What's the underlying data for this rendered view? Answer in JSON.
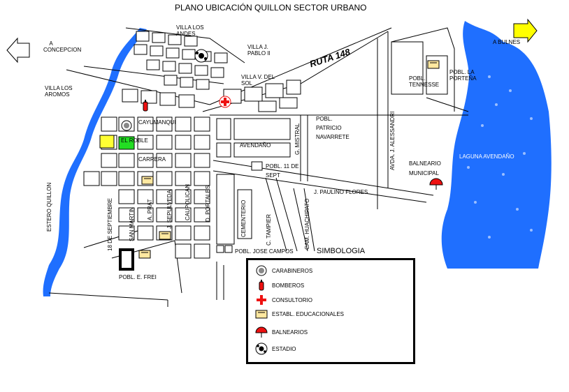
{
  "title": "PLANO UBICACIÓN QUILLON SECTOR URBANO",
  "directions": {
    "concepcion": "A CONCEPCION",
    "bulnes": "A BULNES"
  },
  "areas": {
    "villa_los_andes": "VILLA LOS ANDES",
    "villa_j_pablo": "VILLA J. PABLO II",
    "villa_v_del_sol": "VILLA V. DEL SOL",
    "villa_los_aromos": "VILLA LOS AROMOS",
    "pobl_tennesse": "POBL. TENNESSE",
    "pobl_la_portena": "POBL. LA PORTEÑA",
    "pobl_patricio_navarrete": "POBL. PATRICIO NAVARRETE",
    "pobl_11_sept": "POBL. 11 DE SEPT",
    "pobl_jose_campos": "POBL. JOSE CAMPOS",
    "pobl_e_frei": "POBL. E. FREI",
    "balneario_municipal": "BALNEARIO MUNICIPAL",
    "laguna_avendano": "LAGUNA AVENDAÑO"
  },
  "streets": {
    "ruta_148": "RUTA 148",
    "cayumanqui": "CAYUMANQUI",
    "el_roble": "EL ROBLE",
    "carrera": "CARRERA",
    "avendano": "AVENDAÑO",
    "g_mistral": "G. MISTRAL",
    "avda_alessandri": "AVDA. J. ALESSANDRI",
    "paulino_flores": "J. PAULINO FLORES",
    "estero_quillon": "ESTERO QUILLON",
    "dieciocho_sept": "18 DE SEPTIEMBRE",
    "san_martin": "SAN MARTIN",
    "a_prat": "A. PRAT",
    "j_sepulveda": "J. SEPULVEDA",
    "caupolican": "CAUPOLICAN",
    "d_portales": "D. PORTALES",
    "cementerio": "CEMENTERIO",
    "c_tampier": "C. TAMPIER",
    "cam_huachipato": "CAM. HUACHIPATO"
  },
  "legend": {
    "title": "SIMBOLOGIA",
    "items": [
      {
        "icon": "carabineros-icon",
        "label": "CARABINEROS"
      },
      {
        "icon": "bomberos-icon",
        "label": "BOMBEROS"
      },
      {
        "icon": "consultorio-icon",
        "label": "CONSULTORIO"
      },
      {
        "icon": "school-icon",
        "label": "ESTABL. EDUCACIONALES"
      },
      {
        "icon": "umbrella-icon",
        "label": "BALNEARIOS"
      },
      {
        "icon": "ball-icon",
        "label": "ESTADIO"
      }
    ]
  },
  "colors": {
    "water": "#1f6fff",
    "plaza_green": "#22dd22",
    "plaza_yellow": "#ffff33",
    "arrow_yellow": "#ffff00",
    "consultorio_red": "#ee1111"
  }
}
